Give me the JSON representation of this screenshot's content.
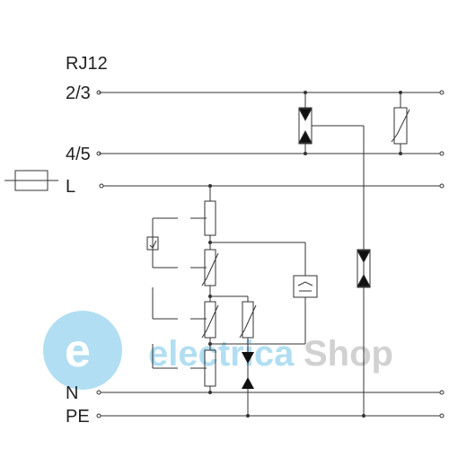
{
  "diagram": {
    "labels": {
      "rj12": "RJ12",
      "line_23": "2/3",
      "line_45": "4/5",
      "line_l": "L",
      "line_n": "N",
      "line_pe": "PE"
    },
    "watermark": {
      "letter": "e",
      "part1": "electrica",
      "part2": "Shop"
    },
    "colors": {
      "wire": "#333333",
      "watermark_blue": "#55b8e3",
      "watermark_gray": "#9a9a9a"
    }
  }
}
